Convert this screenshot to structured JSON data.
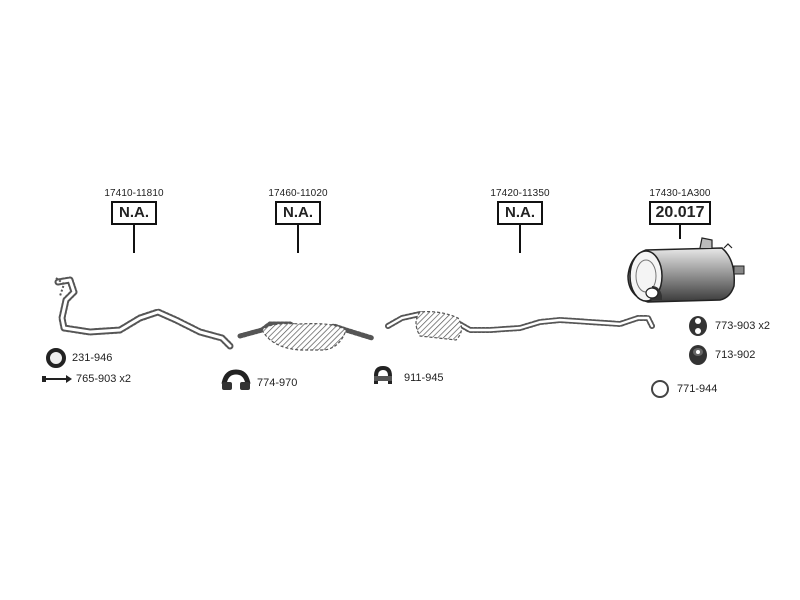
{
  "parts": [
    {
      "oem": "17410-11810",
      "label": "N.A."
    },
    {
      "oem": "17460-11020",
      "label": "N.A."
    },
    {
      "oem": "17420-11350",
      "label": "N.A."
    },
    {
      "oem": "17430-1A300",
      "label": "20.017"
    }
  ],
  "accessories": [
    {
      "code": "231-946",
      "icon": "gasket-ring-icon"
    },
    {
      "code": "765-903 x2",
      "icon": "bolt-icon"
    },
    {
      "code": "774-970",
      "icon": "clamp-icon"
    },
    {
      "code": "911-945",
      "icon": "u-clamp-icon"
    },
    {
      "code": "773-903 x2",
      "icon": "rubber-hanger-icon"
    },
    {
      "code": "713-902",
      "icon": "rubber-mount-icon"
    },
    {
      "code": "771-944",
      "icon": "seal-ring-icon"
    }
  ]
}
